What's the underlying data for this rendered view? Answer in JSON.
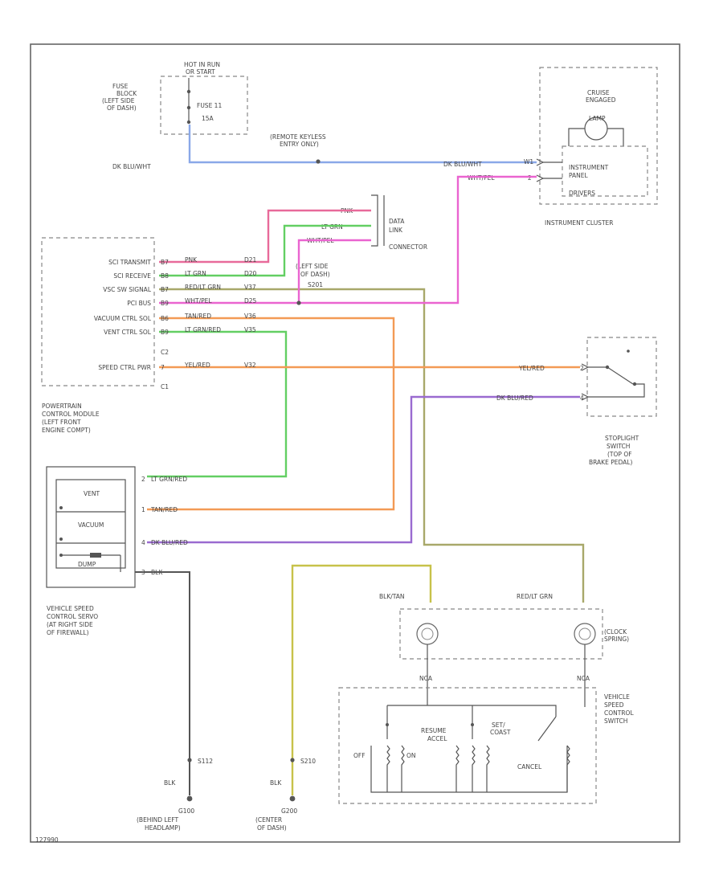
{
  "colors": {
    "blue": "#8aa8e8",
    "pink": "#e86a9a",
    "green": "#63cf63",
    "purple": "#9a6ad0",
    "orange": "#f39a55",
    "yellow": "#c7c24a",
    "olive": "#a8a86a",
    "magenta": "#ea64d0",
    "gray": "#777777"
  },
  "fuse_block": {
    "hot": "HOT IN RUN",
    "hot2": "OR START",
    "name": [
      "FUSE",
      "BLOCK",
      "(LEFT SIDE",
      "OF DASH)"
    ],
    "fuse": "FUSE 11",
    "amp": "15A"
  },
  "blue_wire_label": "DK BLU/WHT",
  "remote": [
    "(REMOTE KEYLESS",
    "ENTRY ONLY)"
  ],
  "instrument": {
    "cruise": [
      "CRUISE",
      "ENGAGED"
    ],
    "lamp": "LAMP",
    "panel": [
      "INSTRUMENT",
      "PANEL",
      "DRIVERS"
    ],
    "wire1": "DK BLU/WHT",
    "wire2": "WHT/PEL",
    "pin1": "W1",
    "pin2": "2",
    "caption": "INSTRUMENT CLUSTER"
  },
  "dlc": {
    "label": [
      "DATA",
      "LINK",
      "CONNECTOR"
    ],
    "w1": "PNK",
    "w2": "LT GRN",
    "w3": "WHT/PEL"
  },
  "left_dash": [
    "(LEFT SIDE",
    "OF DASH)",
    "S201"
  ],
  "pcm": {
    "rows": [
      "SCI TRANSMIT",
      "SCI RECEIVE",
      "VSC SW SIGNAL",
      "PCI BUS",
      "VACUUM CTRL SOL",
      "VENT CTRL SOL",
      "C2",
      "SPEED CTRL PWR",
      "C1"
    ],
    "pins": [
      "B7",
      "B8",
      "B7",
      "B9",
      "B6",
      "B9",
      "",
      "7",
      ""
    ],
    "wires": [
      "PNK",
      "LT GRN",
      "RED/LT GRN",
      "WHT/PEL",
      "TAN/RED",
      "LT GRN/RED",
      "",
      "YEL/RED",
      ""
    ],
    "codes": [
      "D21",
      "D20",
      "V37",
      "D25",
      "V36",
      "V35",
      "",
      "V32",
      ""
    ],
    "caption": [
      "POWERTRAIN",
      "CONTROL MODULE",
      "(LEFT FRONT",
      "ENGINE COMPT)"
    ]
  },
  "stoplight": {
    "wire1": "YEL/RED",
    "wire2": "DK BLU/RED",
    "pin1": "2",
    "pin2": "4",
    "caption": [
      "STOPLIGHT",
      "SWITCH",
      "(TOP OF",
      "BRAKE PEDAL)"
    ]
  },
  "servo": {
    "labels": [
      "VENT",
      "VACUUM",
      "DUMP"
    ],
    "wires": [
      "LT GRN/RED",
      "TAN/RED",
      "DK BLU/RED",
      "BLK"
    ],
    "pins": [
      "2",
      "1",
      "4",
      "3"
    ],
    "caption": [
      "VEHICLE SPEED",
      "CONTROL SERVO",
      "(AT RIGHT SIDE",
      "OF FIREWALL)"
    ]
  },
  "clockspring": {
    "left": "BLK/TAN",
    "right": "RED/LT GRN",
    "label": [
      "(CLOCK",
      "SPRING)"
    ],
    "bottom": "NCA"
  },
  "switch": {
    "resume": [
      "RESUME",
      "ACCEL"
    ],
    "set": [
      "SET/",
      "COAST"
    ],
    "off": "OFF",
    "on": "ON",
    "cancel": "CANCEL",
    "caption": [
      "VEHICLE",
      "SPEED",
      "CONTROL",
      "SWITCH"
    ]
  },
  "grounds": {
    "left": {
      "splice": "S112",
      "wire": "BLK",
      "name": "G100",
      "caption": [
        "(BEHIND LEFT",
        "HEADLAMP)"
      ]
    },
    "right": {
      "splice": "S210",
      "wire": "BLK",
      "name": "G200",
      "caption": [
        "(CENTER",
        "OF DASH)"
      ]
    }
  },
  "corner_code": "127990"
}
